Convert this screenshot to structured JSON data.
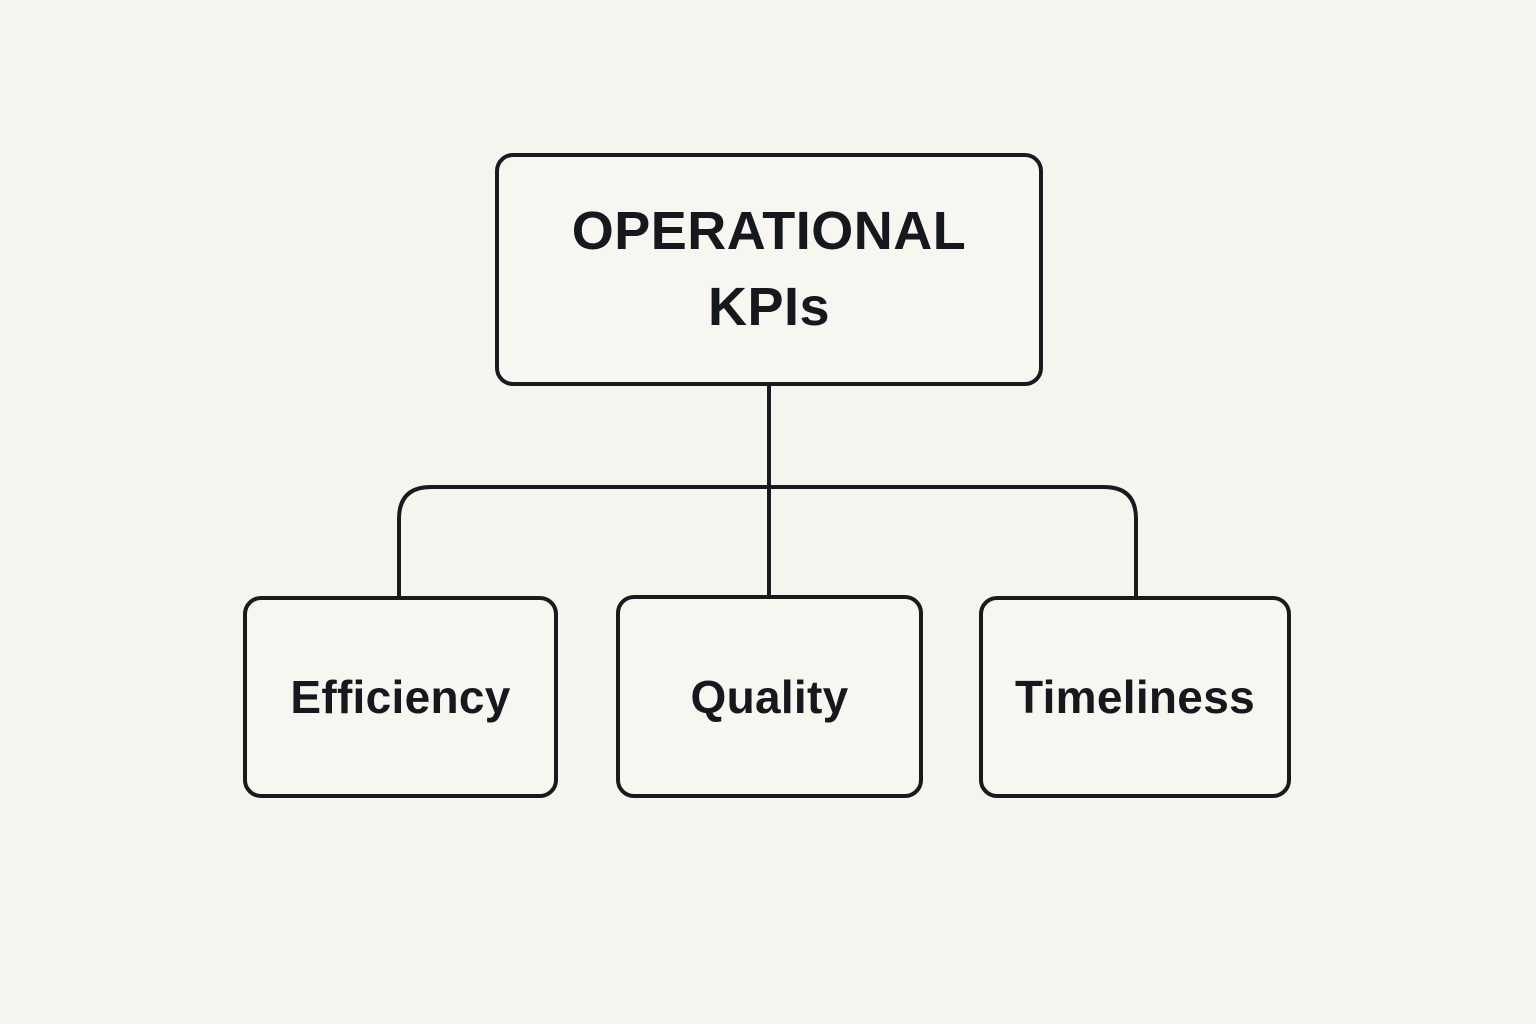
{
  "diagram": {
    "type": "org-chart",
    "root": {
      "label": "OPERATIONAL KPIs"
    },
    "children": [
      {
        "label": "Efficiency"
      },
      {
        "label": "Quality"
      },
      {
        "label": "Timeliness"
      }
    ],
    "colors": {
      "background": "#f6f4ef",
      "box_fill": "#f8f6f1",
      "line": "#171b20",
      "text": "#15181c"
    }
  }
}
